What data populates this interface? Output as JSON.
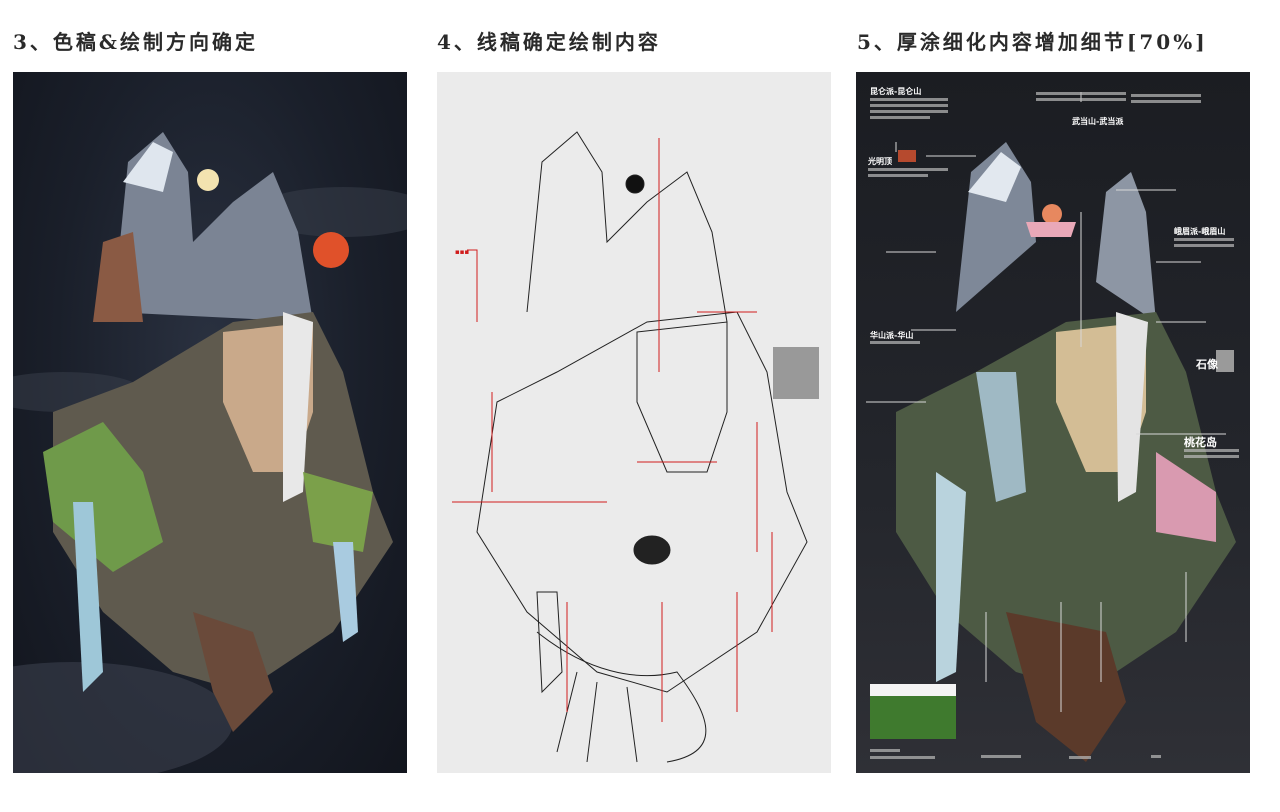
{
  "sections": [
    {
      "title": "3、色稿&绘制方向确定"
    },
    {
      "title": "4、线稿确定绘制内容"
    },
    {
      "title": "5、厚涂细化内容增加细节[70%]"
    }
  ],
  "final_panel_labels": {
    "kunlun": "昆仑派-昆仑山",
    "guangmingding": "光明顶",
    "wudang": "武当山-武当派",
    "emei": "峨眉派-峨眉山",
    "huashan": "华山派-华山",
    "statue": "石像",
    "taohuadao": "桃花岛"
  },
  "colors": {
    "sketch_annotation": "#d01c1c",
    "final_leader_lines": "#d8d8d8",
    "night_sky": "#1a1f2a",
    "sketch_bg": "#ebebeb"
  }
}
